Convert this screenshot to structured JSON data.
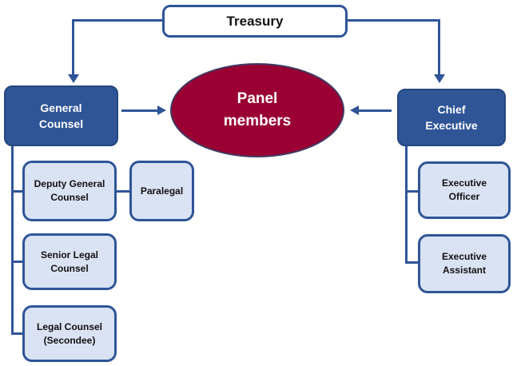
{
  "diagram_type": "org-chart",
  "colors": {
    "accent_blue": "#2F5597",
    "dark_box_fill": "#2F5597",
    "light_box_fill": "#DAE3F3",
    "light_box_border": "#2F5597",
    "ellipse_fill": "#9A0033",
    "ellipse_border": "#3F3B63",
    "top_box_fill": "#FFFFFF",
    "connector": "#2F5597"
  },
  "nodes": {
    "treasury": {
      "label": "Treasury"
    },
    "panel_members": {
      "label": "Panel\nmembers"
    },
    "general_counsel": {
      "label": "General\nCounsel"
    },
    "chief_executive": {
      "label": "Chief\nExecutive"
    },
    "deputy_general_counsel": {
      "label": "Deputy General\nCounsel"
    },
    "paralegal": {
      "label": "Paralegal"
    },
    "senior_legal_counsel": {
      "label": "Senior Legal\nCounsel"
    },
    "legal_counsel_secondee": {
      "label": "Legal Counsel\n(Secondee)"
    },
    "executive_officer": {
      "label": "Executive\nOfficer"
    },
    "executive_assistant": {
      "label": "Executive\nAssistant"
    }
  },
  "edges": [
    {
      "from": "treasury",
      "to": "general_counsel",
      "style": "arrow"
    },
    {
      "from": "treasury",
      "to": "chief_executive",
      "style": "arrow"
    },
    {
      "from": "general_counsel",
      "to": "panel_members",
      "style": "arrow"
    },
    {
      "from": "chief_executive",
      "to": "panel_members",
      "style": "arrow"
    },
    {
      "from": "general_counsel",
      "to": "deputy_general_counsel",
      "style": "line"
    },
    {
      "from": "deputy_general_counsel",
      "to": "paralegal",
      "style": "line"
    },
    {
      "from": "general_counsel",
      "to": "senior_legal_counsel",
      "style": "line"
    },
    {
      "from": "general_counsel",
      "to": "legal_counsel_secondee",
      "style": "line"
    },
    {
      "from": "chief_executive",
      "to": "executive_officer",
      "style": "line"
    },
    {
      "from": "chief_executive",
      "to": "executive_assistant",
      "style": "line"
    }
  ]
}
